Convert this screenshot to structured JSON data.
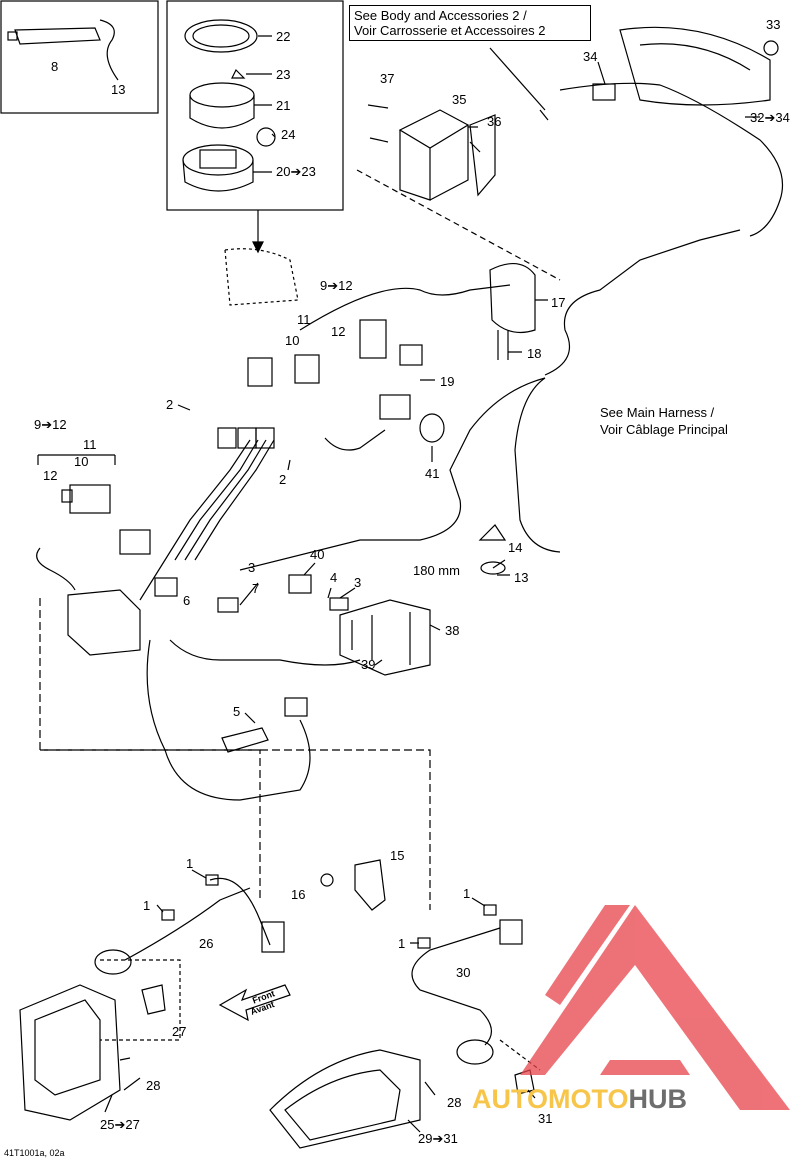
{
  "references": {
    "body_accessories": "See Body and Accessories 2 /\nVoir Carrosserie et Accessoires 2",
    "main_harness_line1": "See Main Harness /",
    "main_harness_line2": "Voir Câblage Principal"
  },
  "dimension_note": "180 mm",
  "front_arrow": {
    "line1": "Front",
    "line2": "Avant"
  },
  "drawing_code": "41T1001a, 02a",
  "watermark": {
    "auto": "AUTO",
    "moto": "MOTO",
    "hub": "HUB"
  },
  "callouts": {
    "c1a": "1",
    "c1b": "1",
    "c1c": "1",
    "c1d": "1",
    "c2a": "2",
    "c2b": "2",
    "c3a": "3",
    "c3b": "3",
    "c4": "4",
    "c5": "5",
    "c6": "6",
    "c7": "7",
    "c8": "8",
    "c9to12a": "9➔12",
    "c9to12b": "9➔12",
    "c10a": "10",
    "c10b": "10",
    "c11a": "11",
    "c11b": "11",
    "c12a": "12",
    "c12b": "12",
    "c13a": "13",
    "c13b": "13",
    "c14": "14",
    "c15": "15",
    "c16": "16",
    "c17": "17",
    "c18": "18",
    "c19": "19",
    "c20to23": "20➔23",
    "c21": "21",
    "c22": "22",
    "c23": "23",
    "c24": "24",
    "c25to27": "25➔27",
    "c26": "26",
    "c27": "27",
    "c28a": "28",
    "c28b": "28",
    "c29to31": "29➔31",
    "c30": "30",
    "c31": "31",
    "c32to34": "32➔34",
    "c33": "33",
    "c34": "34",
    "c35": "35",
    "c36": "36",
    "c37": "37",
    "c38": "38",
    "c39": "39",
    "c40": "40",
    "c41": "41"
  },
  "colors": {
    "line": "#000000",
    "watermark_red": "#e8434a",
    "watermark_yellow": "#f6c54a",
    "watermark_grey": "#6d6d6d"
  }
}
